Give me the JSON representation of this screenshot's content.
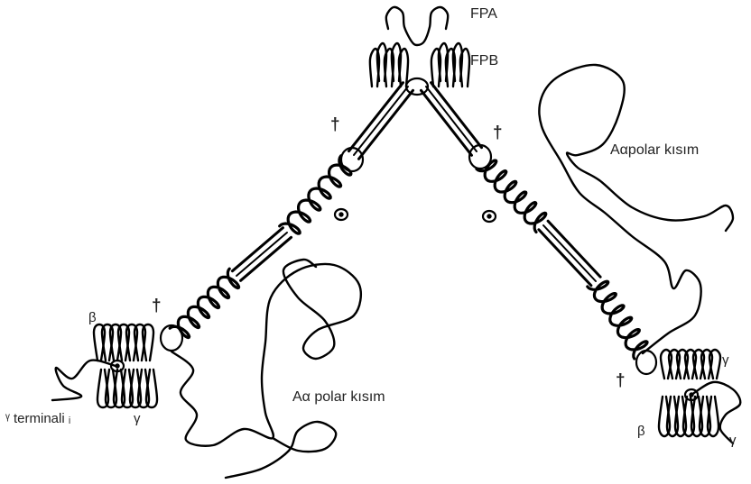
{
  "labels": {
    "fpa": "FPA",
    "fpb": "FPB",
    "polar_right": "Aαpolar kısım",
    "polar_left": "Aα polar kısım",
    "gamma_terminal": "ᵞ terminali ᵢ",
    "dagger": "†",
    "beta": "β",
    "gamma": "γ"
  },
  "colors": {
    "stroke": "#000000",
    "background": "#ffffff",
    "text": "#222222"
  }
}
